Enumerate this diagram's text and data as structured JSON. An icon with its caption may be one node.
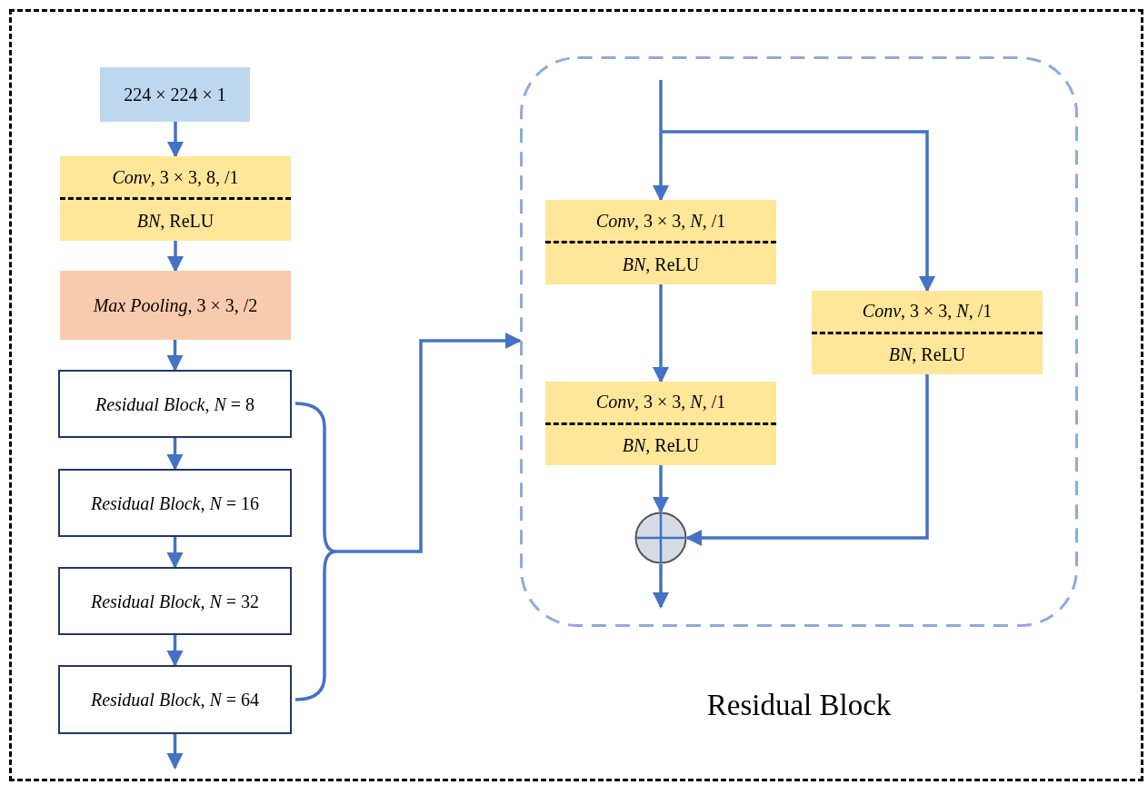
{
  "diagram": {
    "nodes": [
      {
        "text": [
          "224 × 224 × 1"
        ]
      },
      {
        "text": [
          "*Conv*, 3 × 3, 8, /1",
          "*BN*, ReLU"
        ]
      },
      {
        "text": [
          "*Max Pooling*, 3 × 3, /2"
        ]
      },
      {
        "text": [
          "*Residual Block*, *N* = 8"
        ]
      },
      {
        "text": [
          "*Residual Block*, *N* = 16"
        ]
      },
      {
        "text": [
          "*Residual Block*, *N* = 32"
        ]
      },
      {
        "text": [
          "*Residual Block*, *N* = 64"
        ]
      },
      {
        "text": [
          "Residual Block"
        ]
      },
      {
        "text": [
          "*Conv*, 3 × 3, *N*, /1",
          "*BN*, ReLU"
        ],
        "in": 7
      },
      {
        "text": [
          "*Conv*, 3 × 3, *N*, /1",
          "*BN*, ReLU"
        ],
        "in": 7
      },
      {
        "text": [
          "*Conv*, 3 × 3, *N*, /1",
          "*BN*, ReLU"
        ],
        "in": 7
      },
      {
        "text": [],
        "shape": "circle",
        "in": 7
      },
      {
        "text": [],
        "shape": "brace"
      }
    ],
    "edges": [
      {
        "from": 0,
        "to": 1,
        "arrow": "to"
      },
      {
        "from": 1,
        "to": 2,
        "arrow": "to"
      },
      {
        "from": 2,
        "to": 3,
        "arrow": "to"
      },
      {
        "from": 3,
        "to": 4,
        "arrow": "to"
      },
      {
        "from": 4,
        "to": 5,
        "arrow": "to"
      },
      {
        "from": 5,
        "to": 6,
        "arrow": "to"
      },
      {
        "from": 6,
        "to": null,
        "arrow": "to"
      },
      {
        "from": 12,
        "to": 7,
        "arrow": "to"
      },
      {
        "from": null,
        "to": 8,
        "arrow": "to"
      },
      {
        "from": null,
        "to": 10,
        "arrow": "to"
      },
      {
        "from": 8,
        "to": 9,
        "arrow": "to"
      },
      {
        "from": 9,
        "to": 11,
        "arrow": "to"
      },
      {
        "from": 10,
        "to": 11,
        "arrow": "to"
      },
      {
        "from": 11,
        "to": null,
        "arrow": "to"
      }
    ]
  }
}
